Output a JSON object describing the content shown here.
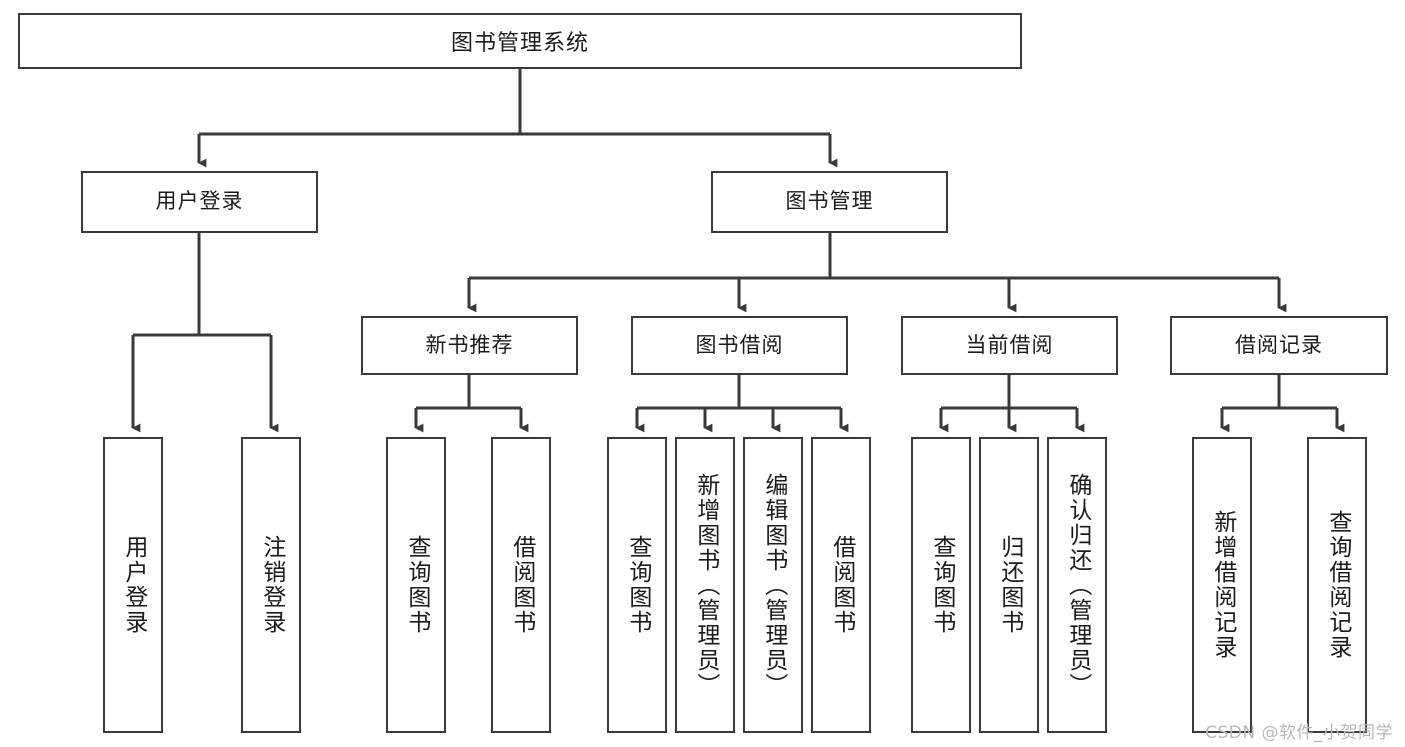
{
  "diagram": {
    "title": "图书管理系统",
    "type": "tree-hierarchy",
    "watermark": "CSDN @软件_小贺同学",
    "colors": {
      "background": "#ffffff",
      "box_border": "#3a3a3a",
      "box_fill": "#ffffff",
      "text": "#1b1b1b",
      "connector": "#3a3a3a",
      "watermark": "#b8b8b8"
    },
    "levels": {
      "root": {
        "label": "图书管理系统"
      },
      "level2": [
        {
          "id": "user-login",
          "label": "用户登录"
        },
        {
          "id": "book-manage",
          "label": "图书管理"
        }
      ],
      "level3": [
        {
          "id": "new-book-rec",
          "label": "新书推荐",
          "parent": "book-manage"
        },
        {
          "id": "book-borrow",
          "label": "图书借阅",
          "parent": "book-manage"
        },
        {
          "id": "current-borrow",
          "label": "当前借阅",
          "parent": "book-manage"
        },
        {
          "id": "borrow-record",
          "label": "借阅记录",
          "parent": "book-manage"
        }
      ],
      "leaves": [
        {
          "id": "leaf-user-login",
          "label": "用户登录",
          "parent": "user-login"
        },
        {
          "id": "leaf-user-logout",
          "label": "注销登录",
          "parent": "user-login"
        },
        {
          "id": "leaf-query-book-1",
          "label": "查询图书",
          "parent": "new-book-rec"
        },
        {
          "id": "leaf-borrow-book-1",
          "label": "借阅图书",
          "parent": "new-book-rec"
        },
        {
          "id": "leaf-query-book-2",
          "label": "查询图书",
          "parent": "book-borrow"
        },
        {
          "id": "leaf-add-book",
          "label": "新增图书（管理员）",
          "parent": "book-borrow"
        },
        {
          "id": "leaf-edit-book",
          "label": "编辑图书（管理员）",
          "parent": "book-borrow"
        },
        {
          "id": "leaf-borrow-book-2",
          "label": "借阅图书",
          "parent": "book-borrow"
        },
        {
          "id": "leaf-query-book-3",
          "label": "查询图书",
          "parent": "current-borrow"
        },
        {
          "id": "leaf-return-book",
          "label": "归还图书",
          "parent": "current-borrow"
        },
        {
          "id": "leaf-confirm-return",
          "label": "确认归还（管理员）",
          "parent": "current-borrow"
        },
        {
          "id": "leaf-add-record",
          "label": "新增借阅记录",
          "parent": "borrow-record"
        },
        {
          "id": "leaf-query-record",
          "label": "查询借阅记录",
          "parent": "borrow-record"
        }
      ]
    }
  }
}
